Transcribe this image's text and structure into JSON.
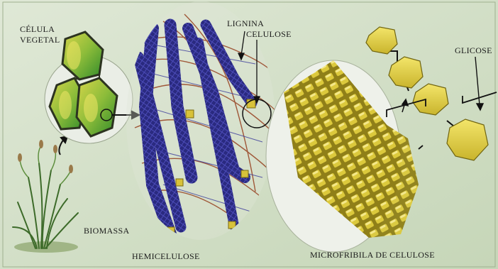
{
  "labels": {
    "celula_vegetal": "CÉLULA VEGETAL",
    "lignina": "LIGNINA",
    "celulose": "CELULOSE",
    "glicose": "GLICOSE",
    "biomassa": "BIOMASSA",
    "hemicelulose": "HEMICELULOSE",
    "microfibrila": "MICROFRIBILA DE CELULOSE"
  },
  "colors": {
    "background": "#cfdcc4",
    "cell_green": "#3c9a2e",
    "cellulose_yellow": "#d8c23a",
    "hemicellulose_blue": "#2d2d86",
    "lignin_brown": "#9a4a2a"
  },
  "icons": [
    "plant-biomass-icon",
    "plant-cell-icon",
    "fiber-bundle-icon",
    "microfibril-icon",
    "glucose-chain-icon"
  ]
}
